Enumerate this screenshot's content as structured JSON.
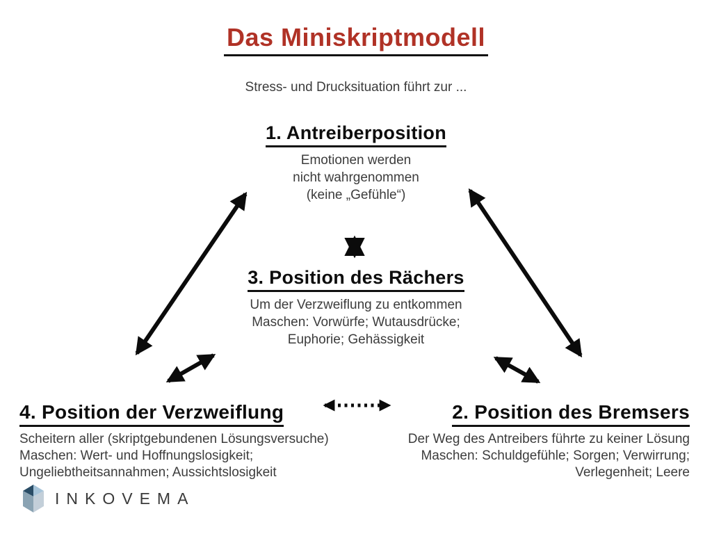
{
  "page": {
    "background": "#ffffff"
  },
  "title": {
    "text": "Das Miniskriptmodell",
    "color": "#b03226",
    "underline_color": "#111111"
  },
  "subtitle": "Stress- und Drucksituation führt zur ...",
  "sections": {
    "antreiber": {
      "heading": "1. Antreiberposition",
      "lines": [
        "Emotionen werden",
        "nicht wahrgenommen",
        "(keine „Gefühle“)"
      ]
    },
    "raecher": {
      "heading": "3. Position des Rächers",
      "lines": [
        "Um der Verzweiflung zu entkommen",
        "Maschen: Vorwürfe; Wutausdrücke;",
        "Euphorie; Gehässigkeit"
      ]
    },
    "verzweiflung": {
      "heading": "4. Position der Verzweiflung",
      "lines": [
        "Scheitern aller (skriptgebundenen Lösungsversuche)",
        "Maschen: Wert- und Hoffnungslosigkeit;",
        "Ungeliebtheitsannahmen; Aussichtslosigkeit"
      ]
    },
    "bremser": {
      "heading": "2. Position des Bremsers",
      "lines": [
        "Der Weg des Antreibers führte zu keiner Lösung",
        "Maschen: Schuldgefühle; Sorgen; Verwirrung;",
        "Verlegenheit; Leere"
      ]
    }
  },
  "arrows": {
    "color": "#0b0b0b",
    "items": [
      {
        "name": "arrow-antreiber-verzweiflung",
        "style": "solid",
        "bidirectional": true
      },
      {
        "name": "arrow-raecher-verzweiflung",
        "style": "solid",
        "bidirectional": true
      },
      {
        "name": "arrow-antreiber-bremser",
        "style": "solid",
        "bidirectional": true
      },
      {
        "name": "arrow-raecher-bremser",
        "style": "solid",
        "bidirectional": true
      },
      {
        "name": "arrow-antreiber-raecher",
        "style": "solid",
        "bidirectional": true
      },
      {
        "name": "arrow-verzweiflung-bremser",
        "style": "dotted",
        "bidirectional": true
      }
    ]
  },
  "logo": {
    "text": "INKOVEMA",
    "icon": "cube-icon",
    "icon_colors": {
      "dark": "#2a4d66",
      "light": "#a6c4d9",
      "mid": "#8aa3b3",
      "pale": "#c3cfd9"
    }
  }
}
